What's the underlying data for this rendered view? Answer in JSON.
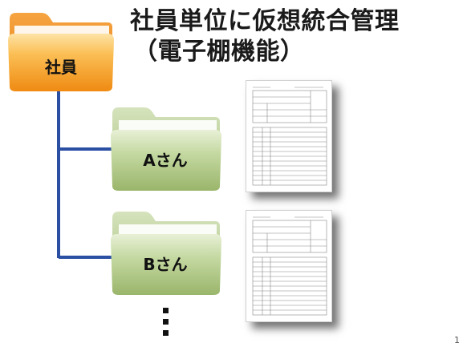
{
  "title": {
    "line1": "社員単位に仮想統合管理",
    "line2": "（電子棚機能）"
  },
  "root_folder": {
    "label": "社員"
  },
  "employees": [
    {
      "label": "Aさん"
    },
    {
      "label": "Bさん"
    }
  ],
  "ellipsis": "⋮",
  "page_number": "1",
  "colors": {
    "root_folder_fill": "#f7941d",
    "employee_folder_fill": "#b7cf8f",
    "connector": "#2a4fa3"
  }
}
